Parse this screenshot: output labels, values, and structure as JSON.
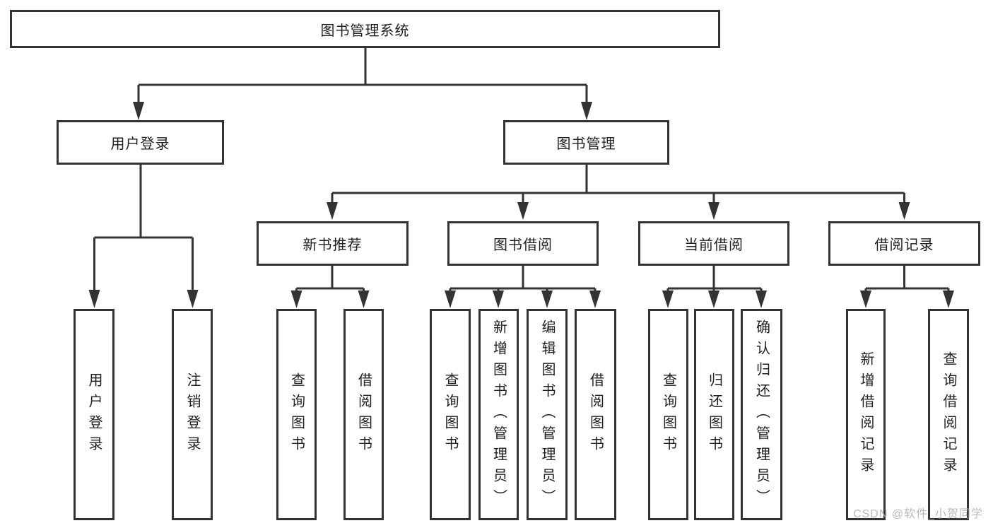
{
  "tree": {
    "root": {
      "label": "图书管理系统"
    },
    "branches": [
      {
        "label": "用户登录",
        "children": [
          {
            "label": "用户登录"
          },
          {
            "label": "注销登录"
          }
        ]
      },
      {
        "label": "图书管理",
        "children": [
          {
            "label": "新书推荐",
            "children": [
              {
                "label": "查询图书"
              },
              {
                "label": "借阅图书"
              }
            ]
          },
          {
            "label": "图书借阅",
            "children": [
              {
                "label": "查询图书"
              },
              {
                "label": "新增图书（管理员）"
              },
              {
                "label": "编辑图书（管理员）"
              },
              {
                "label": "借阅图书"
              }
            ]
          },
          {
            "label": "当前借阅",
            "children": [
              {
                "label": "查询图书"
              },
              {
                "label": "归还图书"
              },
              {
                "label": "确认归还（管理员）"
              }
            ]
          },
          {
            "label": "借阅记录",
            "children": [
              {
                "label": "新增借阅记录"
              },
              {
                "label": "查询借阅记录"
              }
            ]
          }
        ]
      }
    ]
  },
  "watermark": "CSDN @软件_小贺同学",
  "colors": {
    "line": "#333333",
    "text": "#1f1f1f",
    "watermark": "#aeaeae",
    "background": "#ffffff"
  }
}
